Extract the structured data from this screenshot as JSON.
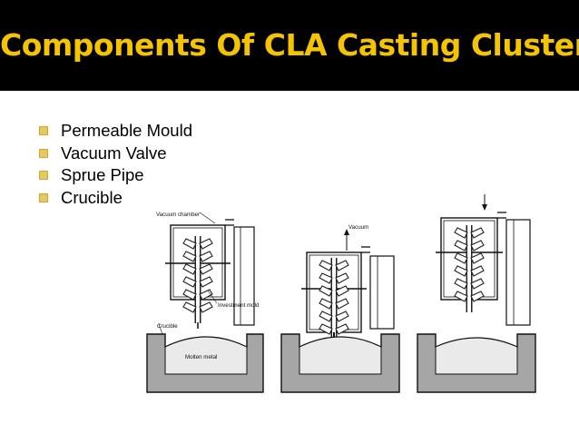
{
  "slide": {
    "title": "Components Of CLA Casting Cluster",
    "bullets": [
      {
        "label": "Permeable Mould"
      },
      {
        "label": "Vacuum Valve"
      },
      {
        "label": "Sprue Pipe"
      },
      {
        "label": "Crucible"
      }
    ]
  },
  "figure": {
    "labels": {
      "vacuum_chamber": "Vacuum chamber",
      "investment_mold": "Investment mold",
      "crucible": "Crucible",
      "molten_metal": "Molten metal",
      "vacuum": "Vacuum"
    }
  },
  "colors": {
    "title": "#f5c400",
    "bullet": "#e8c85a",
    "background": "#000000"
  }
}
